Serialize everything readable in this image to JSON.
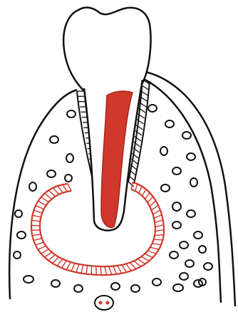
{
  "diagram": {
    "colors": {
      "ink": "#111111",
      "red": "#d1382c",
      "background": "#ffffff"
    },
    "parts": [
      "tooth-crown",
      "tooth-root",
      "root-canal",
      "periodontal-ligament",
      "cyst-lining",
      "alveolar-bone",
      "bone-marrow-spaces",
      "gingiva",
      "blood-vessel"
    ]
  }
}
